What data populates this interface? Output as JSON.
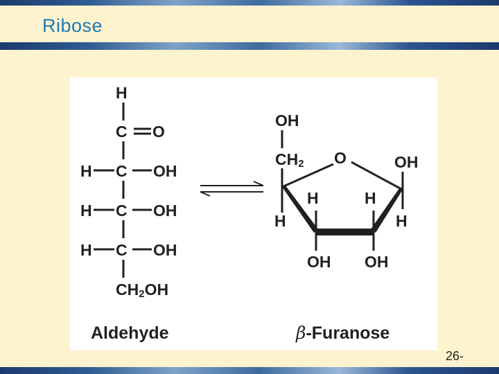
{
  "slide": {
    "title": "Ribose",
    "page_number": "26-"
  },
  "figure": {
    "aldehyde": {
      "top_h": "H",
      "c1": "C",
      "o1": "O",
      "row2_h": "H",
      "row2_c": "C",
      "row2_oh": "OH",
      "row3_h": "H",
      "row3_c": "C",
      "row3_oh": "OH",
      "row4_h": "H",
      "row4_c": "C",
      "row4_oh": "OH",
      "ch2oh_main": "CH",
      "ch2oh_sub": "2",
      "ch2oh_tail": "OH",
      "caption": "Aldehyde"
    },
    "furanose": {
      "top_oh": "OH",
      "ch2_main": "CH",
      "ch2_sub": "2",
      "ring_o": "O",
      "right_oh": "OH",
      "h_left_outer": "H",
      "h_left_inner": "H",
      "h_right_inner": "H",
      "h_right_outer": "H",
      "bottom_oh_left": "OH",
      "bottom_oh_right": "OH",
      "caption_beta": "β",
      "caption_text": "-Furanose"
    }
  }
}
